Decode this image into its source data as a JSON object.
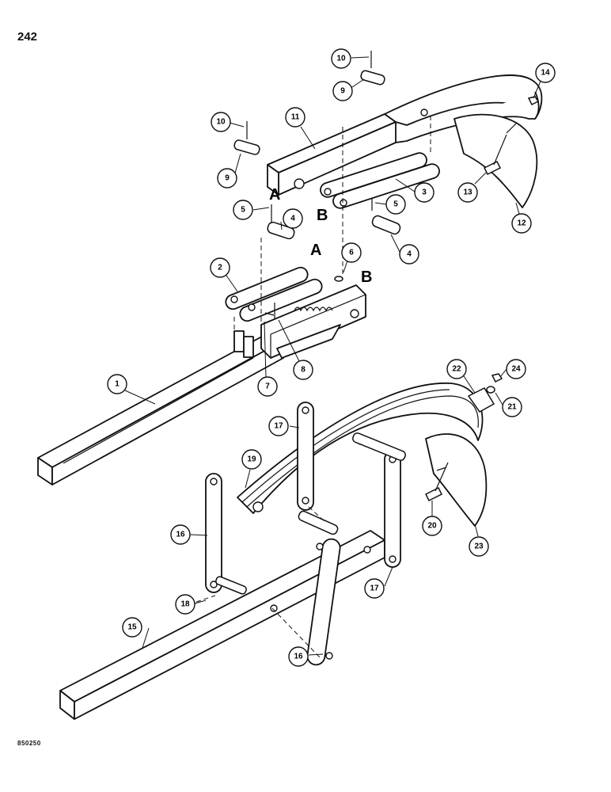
{
  "page_number": "242",
  "figure_code": "850250",
  "section_marks": [
    "A",
    "B",
    "A",
    "B"
  ],
  "callouts": [
    {
      "id": "c1",
      "label": "1"
    },
    {
      "id": "c2",
      "label": "2"
    },
    {
      "id": "c3",
      "label": "3"
    },
    {
      "id": "c4a",
      "label": "4"
    },
    {
      "id": "c4b",
      "label": "4"
    },
    {
      "id": "c5a",
      "label": "5"
    },
    {
      "id": "c5b",
      "label": "5"
    },
    {
      "id": "c6",
      "label": "6"
    },
    {
      "id": "c7",
      "label": "7"
    },
    {
      "id": "c8",
      "label": "8"
    },
    {
      "id": "c9a",
      "label": "9"
    },
    {
      "id": "c9b",
      "label": "9"
    },
    {
      "id": "c10a",
      "label": "10"
    },
    {
      "id": "c10b",
      "label": "10"
    },
    {
      "id": "c11",
      "label": "11"
    },
    {
      "id": "c12",
      "label": "12"
    },
    {
      "id": "c13",
      "label": "13"
    },
    {
      "id": "c14",
      "label": "14"
    },
    {
      "id": "c15",
      "label": "15"
    },
    {
      "id": "c16a",
      "label": "16"
    },
    {
      "id": "c16b",
      "label": "16"
    },
    {
      "id": "c17a",
      "label": "17"
    },
    {
      "id": "c17b",
      "label": "17"
    },
    {
      "id": "c18",
      "label": "18"
    },
    {
      "id": "c19",
      "label": "19"
    },
    {
      "id": "c20",
      "label": "20"
    },
    {
      "id": "c21",
      "label": "21"
    },
    {
      "id": "c22",
      "label": "22"
    },
    {
      "id": "c23",
      "label": "23"
    },
    {
      "id": "c24",
      "label": "24"
    }
  ]
}
